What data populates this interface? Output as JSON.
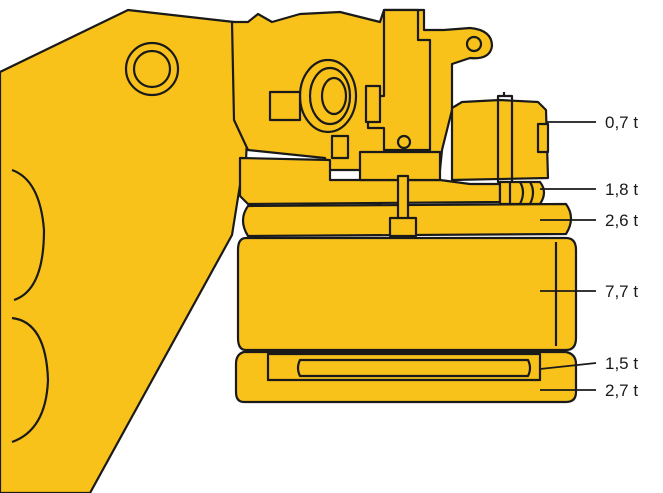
{
  "colors": {
    "body": "#F8C21B",
    "body_shade": "#E9A911",
    "outline": "#1a1a1a",
    "background": "#ffffff"
  },
  "labels": [
    {
      "id": "top-counterweight",
      "text": "0,7 t"
    },
    {
      "id": "counterweight-plate",
      "text": "1,8 t"
    },
    {
      "id": "base-plate-upper",
      "text": "2,6 t"
    },
    {
      "id": "main-counterweight",
      "text": "7,7 t"
    },
    {
      "id": "lower-plate-inner",
      "text": "1,5 t"
    },
    {
      "id": "lower-plate-outer",
      "text": "2,7 t"
    }
  ]
}
